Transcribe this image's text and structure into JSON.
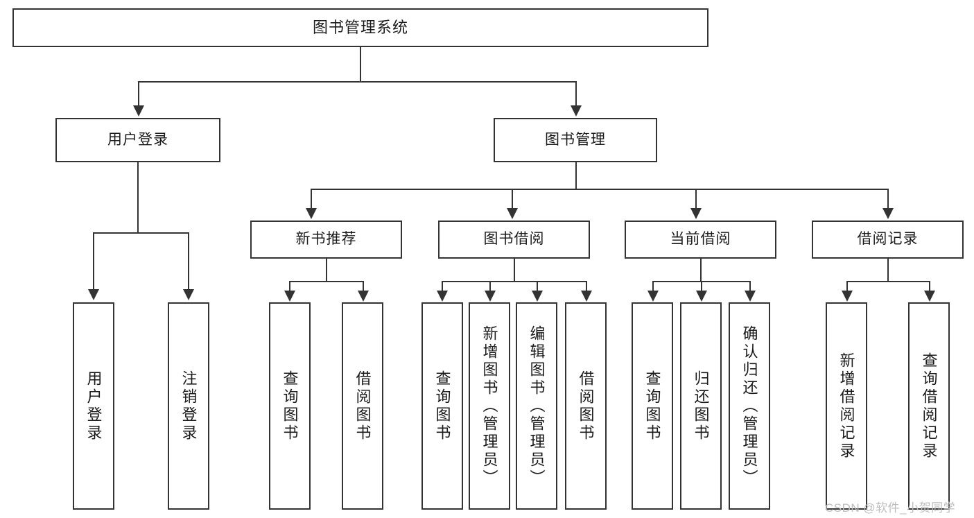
{
  "diagram": {
    "title": "图书管理系统",
    "type": "tree-hierarchy-chart",
    "root": {
      "id": "root",
      "label": "图书管理系统"
    },
    "level2": [
      {
        "id": "user-login",
        "label": "用户登录"
      },
      {
        "id": "book-manage",
        "label": "图书管理"
      }
    ],
    "level3": [
      {
        "id": "new-book-rec",
        "label": "新书推荐"
      },
      {
        "id": "book-borrow",
        "label": "图书借阅"
      },
      {
        "id": "current-borrow",
        "label": "当前借阅"
      },
      {
        "id": "borrow-record",
        "label": "借阅记录"
      }
    ],
    "leaves": {
      "user_login": [
        {
          "id": "leaf-user-login",
          "label": "用户登录"
        },
        {
          "id": "leaf-user-logout",
          "label": "注销登录"
        }
      ],
      "new_book_rec": [
        {
          "id": "leaf-query-book-1",
          "label": "查询图书"
        },
        {
          "id": "leaf-borrow-book-1",
          "label": "借阅图书"
        }
      ],
      "book_borrow": [
        {
          "id": "leaf-query-book-2",
          "label": "查询图书"
        },
        {
          "id": "leaf-add-book",
          "label": "新增图书（管理员）"
        },
        {
          "id": "leaf-edit-book",
          "label": "编辑图书（管理员）"
        },
        {
          "id": "leaf-borrow-book-2",
          "label": "借阅图书"
        }
      ],
      "current_borrow": [
        {
          "id": "leaf-query-book-3",
          "label": "查询图书"
        },
        {
          "id": "leaf-return-book",
          "label": "归还图书"
        },
        {
          "id": "leaf-confirm-return",
          "label": "确认归还（管理员）"
        }
      ],
      "borrow_record": [
        {
          "id": "leaf-add-record",
          "label": "新增借阅记录"
        },
        {
          "id": "leaf-query-record",
          "label": "查询借阅记录"
        }
      ]
    }
  },
  "watermark": {
    "text": "CSDN @软件_小贺同学"
  },
  "colors": {
    "stroke": "#333333",
    "text": "#1b1b1b",
    "background": "#ffffff",
    "watermark": "#bdbdbd"
  }
}
